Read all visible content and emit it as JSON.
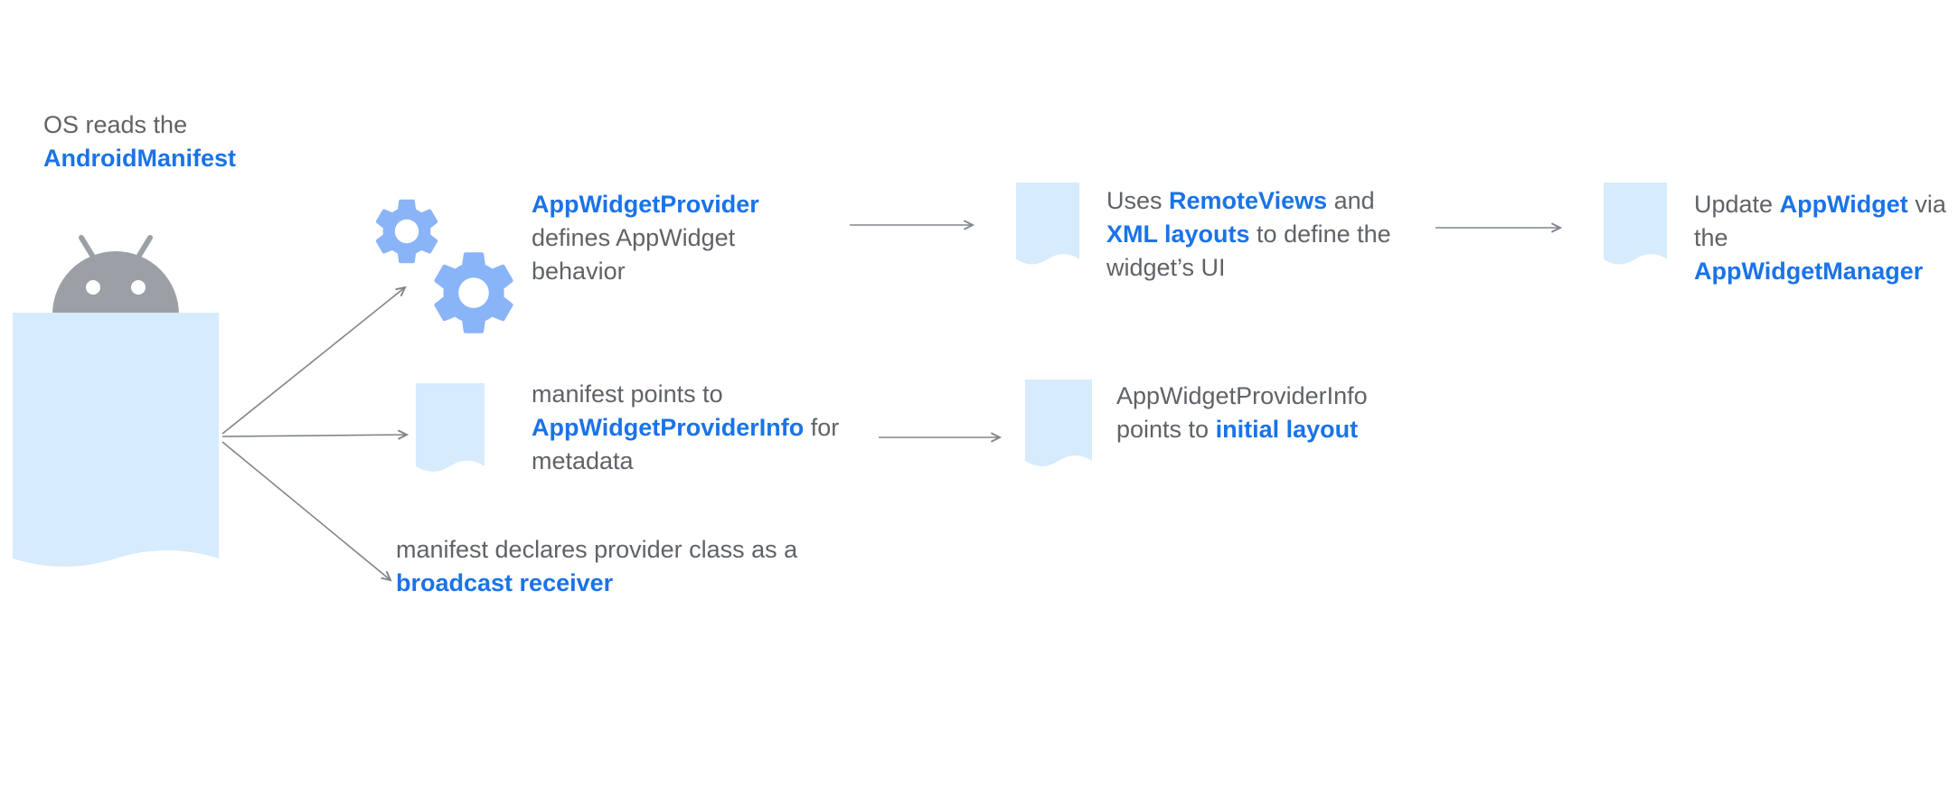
{
  "colors": {
    "background": "#ffffff",
    "link_blue": "#1a73e8",
    "text_gray": "#5f6368",
    "doc_fill": "#d6ebfc",
    "gear_blue": "#8ab4f8",
    "android_gray": "#9aa0a6",
    "arrow_gray": "#80868b"
  },
  "labels": {
    "os_reads": {
      "plain": "OS reads the",
      "link": "AndroidManifest"
    },
    "provider": {
      "l1": "AppWidgetProvider",
      "p1": " defines AppWidget behavior"
    },
    "remote_views": {
      "p1": "Uses ",
      "l1": "RemoteViews",
      "p2": " and ",
      "l2": "XML layouts",
      "p3": " to define the widget’s UI"
    },
    "update": {
      "p1": "Update ",
      "l1": "AppWidget",
      "p2": " via the ",
      "l2": "AppWidgetManager"
    },
    "metadata": {
      "p1": "manifest points to ",
      "l1": "AppWidgetProviderInfo",
      "p2": " for metadata"
    },
    "initial_layout": {
      "p1": "AppWidgetProviderInfo points to ",
      "l1": "initial layout"
    },
    "broadcast": {
      "p1": "manifest declares provider class as a ",
      "l1": "broadcast receiver"
    }
  },
  "icons": {
    "android_robot": "android-robot-head",
    "manifest_document": "large-wavy-document",
    "gears": "two-settings-gears",
    "document": "small-wavy-document",
    "arrow": "thin-gray-connector-arrow"
  }
}
